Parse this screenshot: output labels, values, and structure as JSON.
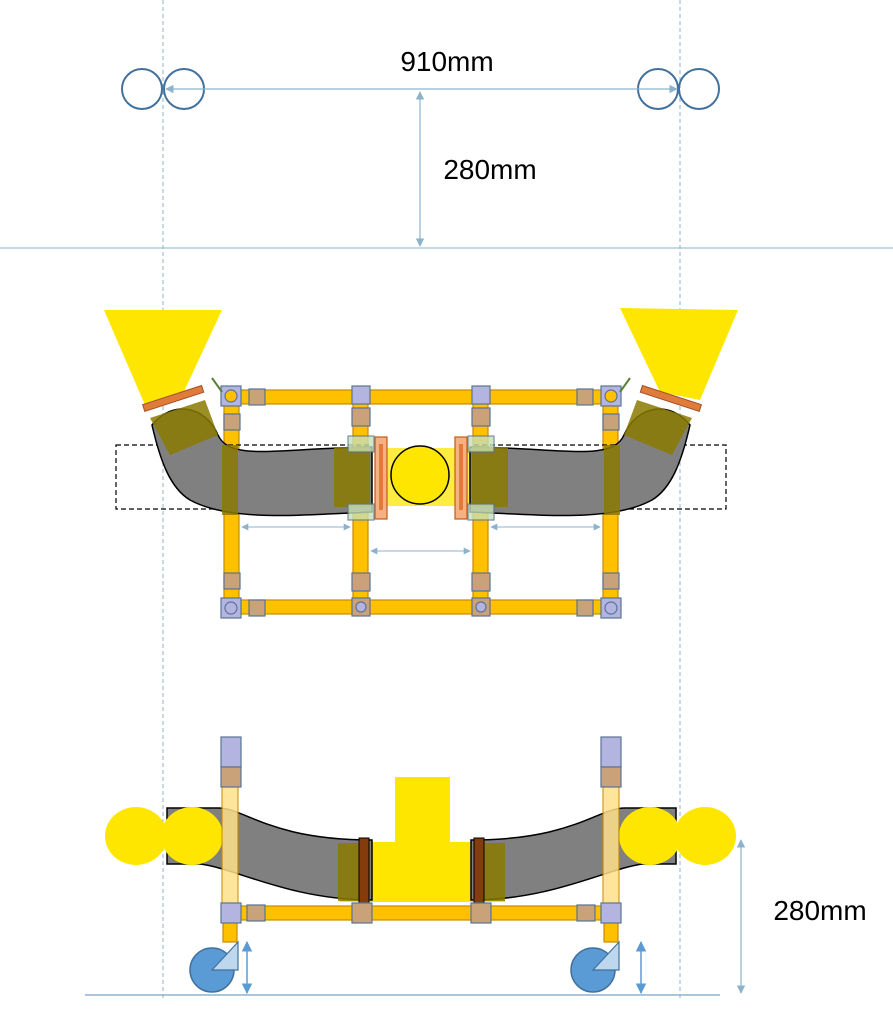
{
  "dimensions": {
    "width_label": "910mm",
    "height_label_top": "280mm",
    "height_label_bottom": "280mm"
  },
  "colors": {
    "frame_tube": "#FFC000",
    "frame_edge": "#C88A00",
    "joint_grey": "#C9A27A",
    "joint_lavender": "#B4B4E0",
    "joint_edge": "#5B7393",
    "hose": "#808080",
    "hose_dark": "#8A7A00",
    "funnel": "#FFE600",
    "flange": "#E07B39",
    "dimension_line": "#8DB3CC",
    "wheel": "#5B9BD5",
    "wheel_edge": "#41719C",
    "arrow": "#5B9BD5"
  }
}
